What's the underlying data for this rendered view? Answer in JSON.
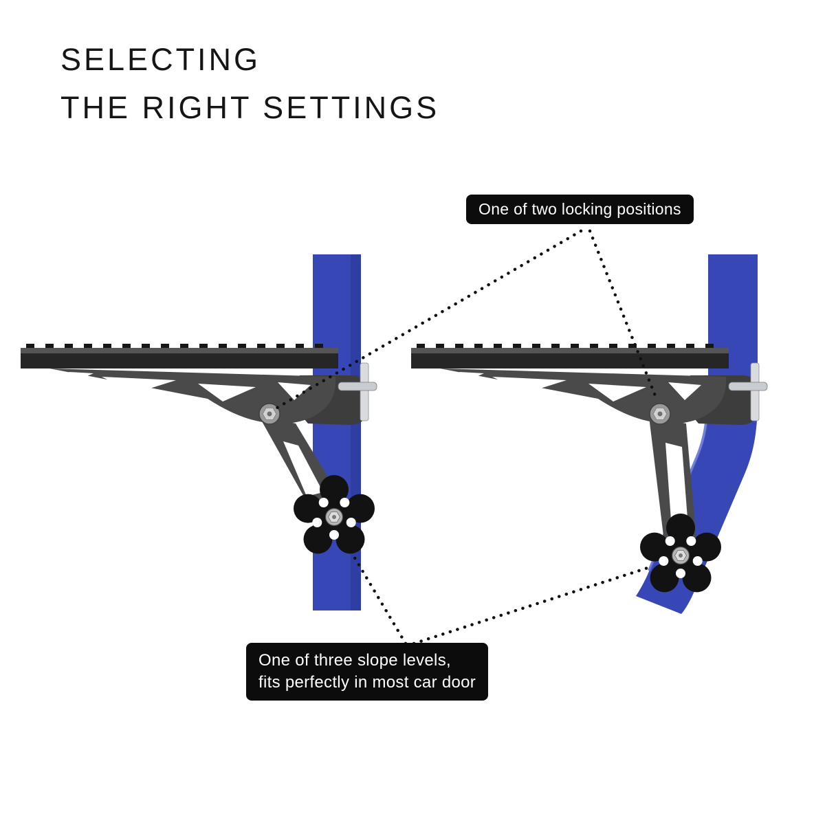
{
  "title": {
    "line1": "SELECTING",
    "line2": "THE RIGHT SETTINGS"
  },
  "callouts": {
    "top": {
      "text": "One of two locking positions"
    },
    "bottom": {
      "line1": "One of three slope levels,",
      "line2": "fits perfectly in most car door"
    }
  },
  "illustration": {
    "left_unit": "car door step mounted on straight door frame",
    "right_unit": "car door step mounted on angled door frame",
    "pointed_parts": {
      "top_callout_points_to": "pivot locking bolt on each step",
      "bottom_callout_points_to": "slope adjustment knob on each step"
    }
  },
  "colors": {
    "door_blue": "#3747b5",
    "door_blue_dark": "#2a3694",
    "door_highlight": "#5d6cd4",
    "metal_dark": "#262626",
    "metal_top": "#555555",
    "metal_teeth": "#161616",
    "metal_mid": "#4a4a4a",
    "metal_hook": "#3d3d3d",
    "knob_black": "#121212",
    "pin_silver": "#c9cdd2",
    "pin_strip": "#d9dbde",
    "bolt_outer": "#9a9a9a",
    "bolt_hex": "#d2d2d2",
    "label_bg": "#0c0c0c",
    "label_text": "#ffffff",
    "dot_color": "#111111",
    "title_color": "#151515"
  }
}
